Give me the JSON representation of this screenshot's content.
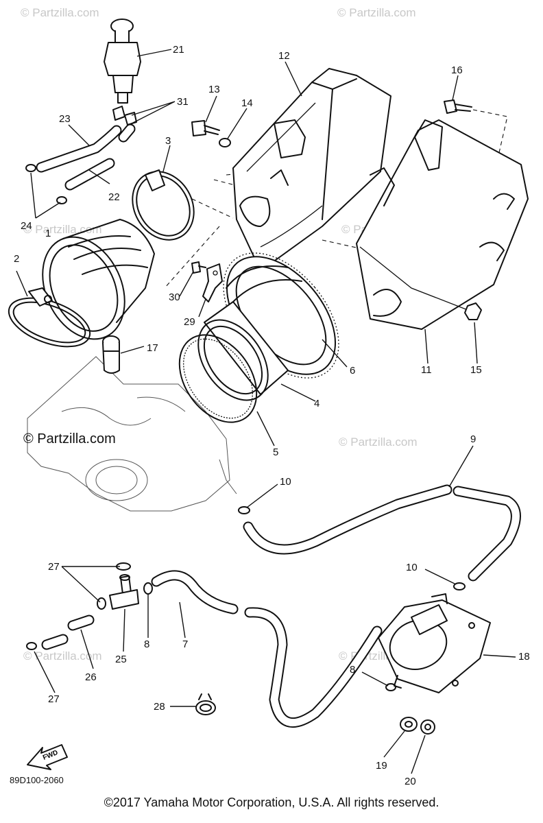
{
  "watermark": "© Partzilla.com",
  "brand_mark": "© Partzilla.com",
  "diagram_code": "89D100-2060",
  "copyright": "©2017  Yamaha Motor Corporation, U.S.A. All rights reserved.",
  "fwd_label": "FWD",
  "callouts": {
    "c1": "1",
    "c2": "2",
    "c3": "3",
    "c4": "4",
    "c5": "5",
    "c6": "6",
    "c7": "7",
    "c8a": "8",
    "c8b": "8",
    "c9": "9",
    "c10a": "10",
    "c10b": "10",
    "c11": "11",
    "c12": "12",
    "c13": "13",
    "c14": "14",
    "c15": "15",
    "c16": "16",
    "c17": "17",
    "c18": "18",
    "c19": "19",
    "c20": "20",
    "c21": "21",
    "c22": "22",
    "c23": "23",
    "c24": "24",
    "c25": "25",
    "c26": "26",
    "c27a": "27",
    "c27b": "27",
    "c28": "28",
    "c29": "29",
    "c30": "30",
    "c31": "31"
  }
}
